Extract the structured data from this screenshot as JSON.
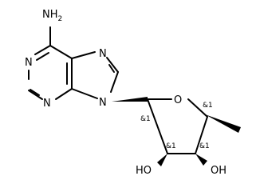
{
  "molecule": {
    "atoms": {
      "amine": "NH",
      "amine_sub": "2",
      "n1": "N",
      "n3": "N",
      "n7": "N",
      "n9": "N",
      "ring_o": "O",
      "oh_c2": "HO",
      "oh_c3": "OH"
    },
    "stereo_labels": {
      "c1": "&1",
      "c2": "&1",
      "c3": "&1",
      "c4": "&1"
    }
  }
}
